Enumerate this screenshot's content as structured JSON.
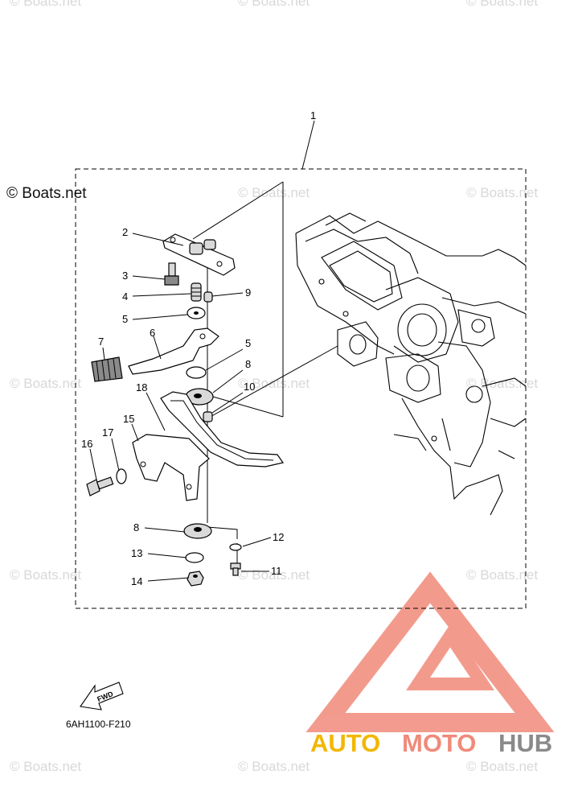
{
  "watermark": {
    "text": "© Boats.net"
  },
  "copyright": {
    "text": "© Boats.net"
  },
  "callouts": {
    "c1": "1",
    "c2": "2",
    "c3": "3",
    "c4": "4",
    "c5a": "5",
    "c5b": "5",
    "c6": "6",
    "c7": "7",
    "c8a": "8",
    "c8b": "8",
    "c9": "9",
    "c10": "10",
    "c11": "11",
    "c12": "12",
    "c13": "13",
    "c14": "14",
    "c15": "15",
    "c16": "16",
    "c17": "17",
    "c18": "18"
  },
  "fwd": {
    "label": "FWD"
  },
  "diagram_code": "6AH1100-F210",
  "brand": {
    "part1": "AUTO",
    "part2": "MOTO",
    "part3": "HUB",
    "colors": {
      "yellow": "#f2b705",
      "salmon": "#f08a7a",
      "gray": "#8a8a8a"
    }
  }
}
